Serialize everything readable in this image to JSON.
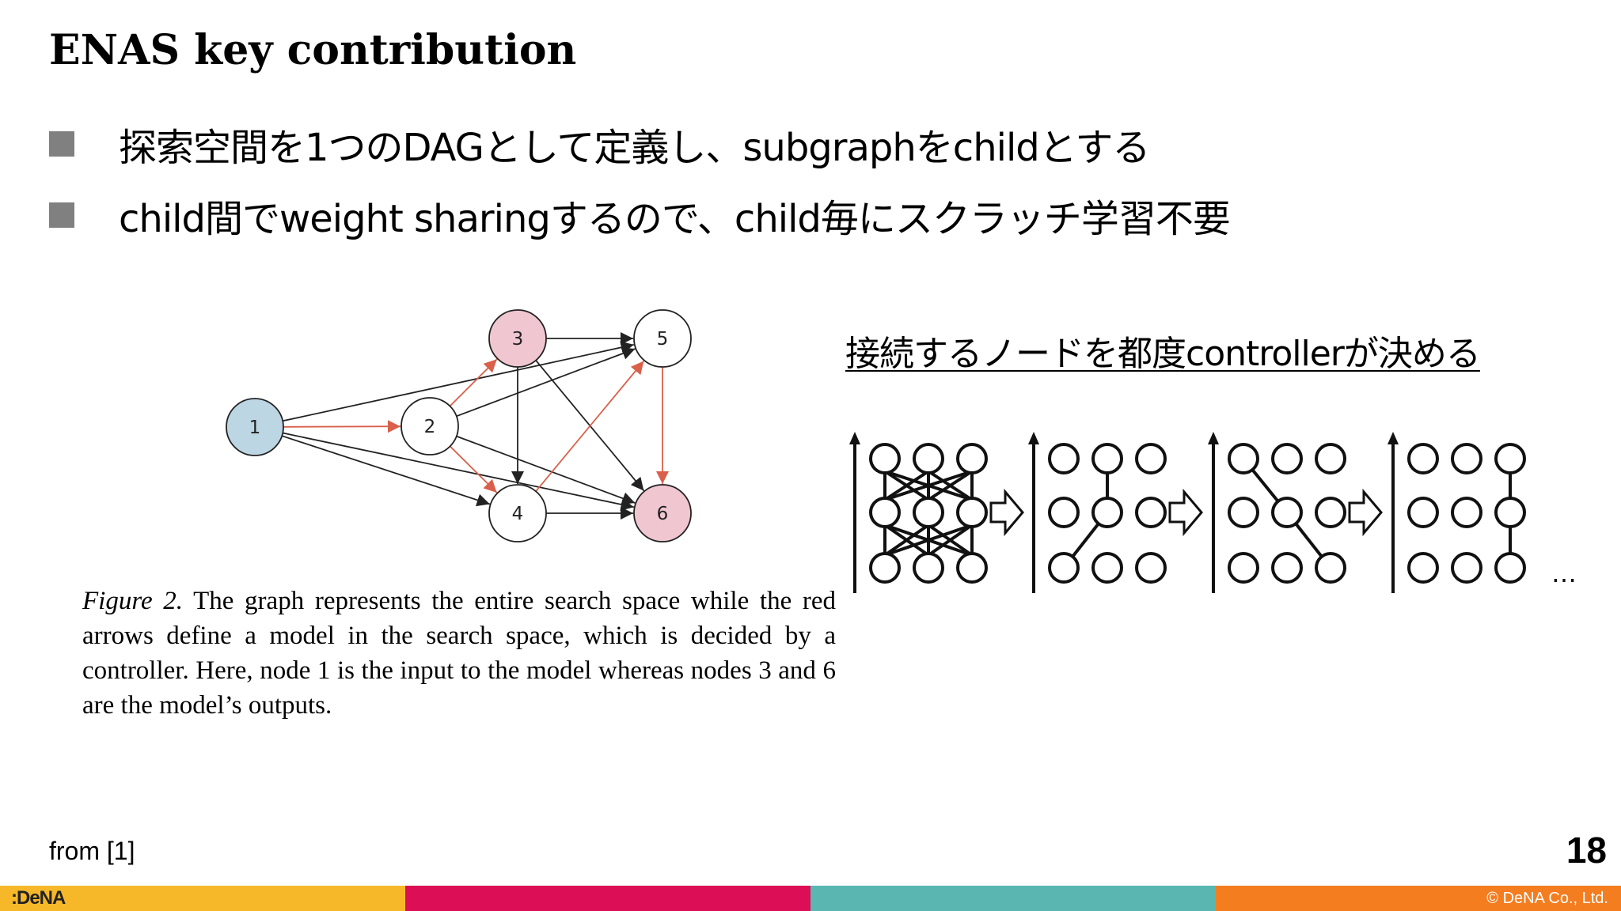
{
  "slide": {
    "title": "ENAS key contribution",
    "bullets": [
      "探索空間を1つのDAGとして定義し、subgraphをchildとする",
      "child間でweight sharingするので、child毎にスクラッチ学習不要"
    ],
    "side_heading": "接続するノードを都度controllerが決める",
    "ellipsis": "…",
    "source": "from [1]",
    "page_number": "18",
    "logo": ":DeNA",
    "copyright": "© DeNA Co., Ltd."
  },
  "figure": {
    "caption_label": "Figure 2.",
    "caption_text": "The graph represents the entire search space while the red arrows define a model in the search space, which is decided by a controller. Here, node 1 is the input to the model whereas nodes 3 and 6 are the model’s outputs.",
    "nodes": [
      {
        "id": "1",
        "role": "input"
      },
      {
        "id": "2",
        "role": "hidden"
      },
      {
        "id": "3",
        "role": "output"
      },
      {
        "id": "4",
        "role": "hidden"
      },
      {
        "id": "5",
        "role": "hidden"
      },
      {
        "id": "6",
        "role": "output"
      }
    ],
    "edges": [
      {
        "from": "1",
        "to": "2",
        "selected": true
      },
      {
        "from": "1",
        "to": "4",
        "selected": false
      },
      {
        "from": "1",
        "to": "5",
        "selected": false
      },
      {
        "from": "1",
        "to": "6",
        "selected": false
      },
      {
        "from": "2",
        "to": "3",
        "selected": true
      },
      {
        "from": "2",
        "to": "4",
        "selected": true
      },
      {
        "from": "2",
        "to": "5",
        "selected": false
      },
      {
        "from": "2",
        "to": "6",
        "selected": false
      },
      {
        "from": "3",
        "to": "4",
        "selected": false
      },
      {
        "from": "3",
        "to": "5",
        "selected": false
      },
      {
        "from": "3",
        "to": "6",
        "selected": false
      },
      {
        "from": "4",
        "to": "5",
        "selected": true
      },
      {
        "from": "4",
        "to": "6",
        "selected": false
      },
      {
        "from": "5",
        "to": "6",
        "selected": true
      }
    ]
  },
  "colors": {
    "input_node": "#bcd6e4",
    "output_node": "#f0c6d0",
    "hidden_node": "#ffffff",
    "selected_edge": "#d9604a",
    "edge": "#222222",
    "bullet_square": "#808080",
    "footer": [
      "#f6b829",
      "#dc0f56",
      "#59b6b0",
      "#f47d20"
    ]
  }
}
